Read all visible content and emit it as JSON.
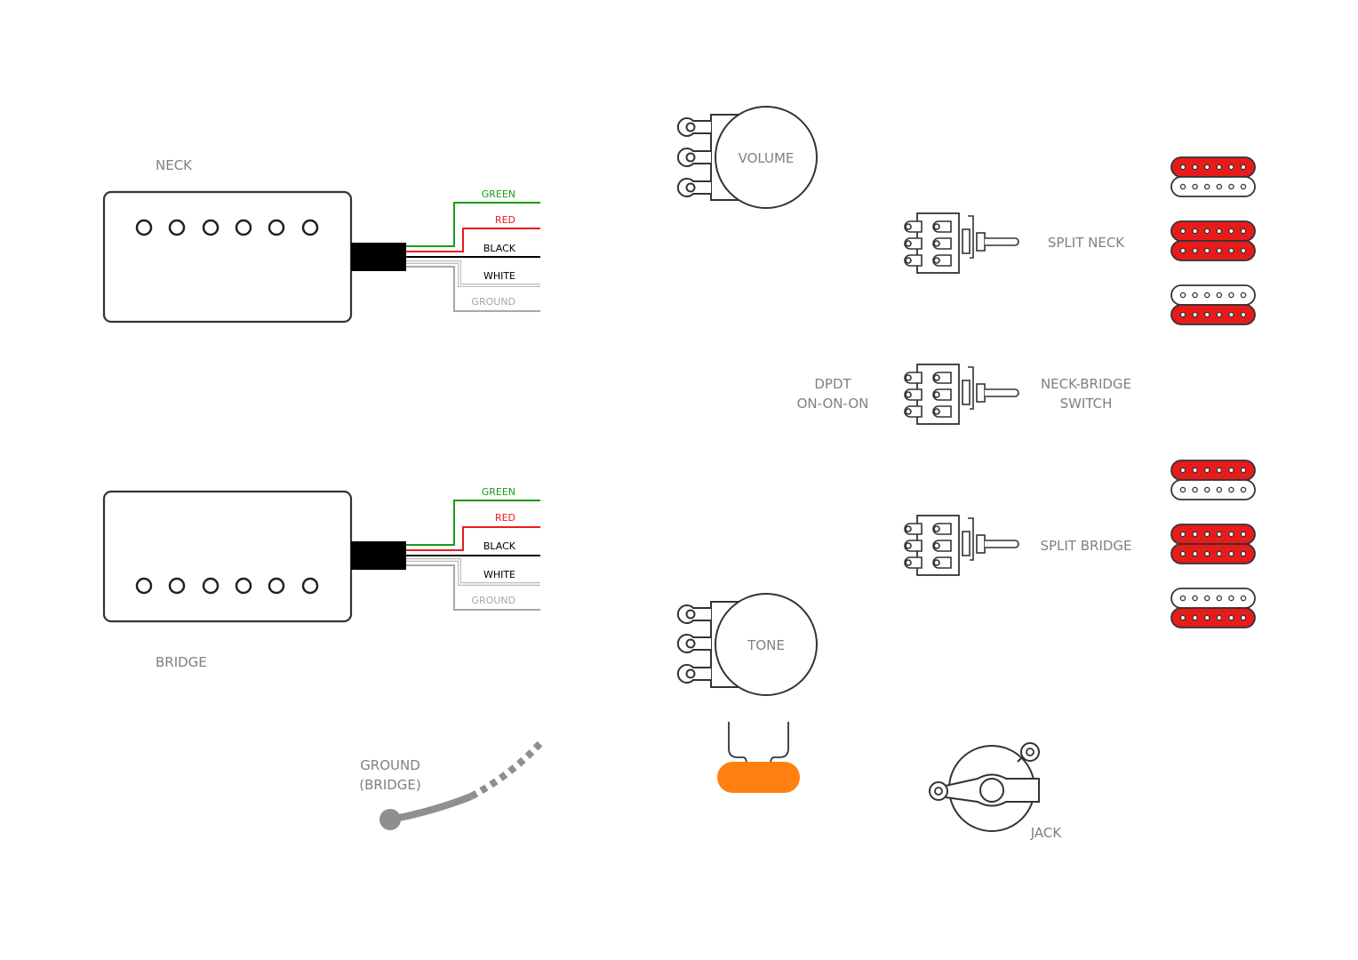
{
  "title": "Guitar wiring diagram components",
  "colors": {
    "background": "#ffffff",
    "outline": "#333333",
    "label": "#808080",
    "green_wire": "#1a9a1a",
    "red_wire": "#e81b1b",
    "black_wire": "#000000",
    "white_wire": "#bdbdbd",
    "ground_wire": "#a8a8a8",
    "coil_red": "#e81b1b",
    "capacitor": "#ff7f0f",
    "ground_strap": "#8f8f8f"
  },
  "pickups": [
    {
      "id": "neck",
      "label": "NECK",
      "pole_row": "top",
      "wires": [
        {
          "label": "GREEN",
          "color": "#1a9a1a"
        },
        {
          "label": "RED",
          "color": "#e81b1b"
        },
        {
          "label": "BLACK",
          "color": "#000000"
        },
        {
          "label": "WHITE",
          "color": "#bdbdbd"
        },
        {
          "label": "GROUND",
          "color": "#a8a8a8"
        }
      ]
    },
    {
      "id": "bridge",
      "label": "BRIDGE",
      "pole_row": "bottom",
      "wires": [
        {
          "label": "GREEN",
          "color": "#1a9a1a"
        },
        {
          "label": "RED",
          "color": "#e81b1b"
        },
        {
          "label": "BLACK",
          "color": "#000000"
        },
        {
          "label": "WHITE",
          "color": "#bdbdbd"
        },
        {
          "label": "GROUND",
          "color": "#a8a8a8"
        }
      ]
    }
  ],
  "pots": [
    {
      "id": "volume",
      "label": "VOLUME"
    },
    {
      "id": "tone",
      "label": "TONE"
    }
  ],
  "switches": [
    {
      "id": "split-neck",
      "label_right": [
        "SPLIT NECK"
      ],
      "label_left": []
    },
    {
      "id": "neck-bridge",
      "label_right": [
        "NECK-BRIDGE",
        "SWITCH"
      ],
      "label_left": [
        "DPDT",
        "ON-ON-ON"
      ]
    },
    {
      "id": "split-bridge",
      "label_right": [
        "SPLIT BRIDGE"
      ],
      "label_left": []
    }
  ],
  "coil_states": [
    {
      "group": "split-neck",
      "states": [
        [
          "red",
          "white"
        ],
        [
          "red",
          "red"
        ],
        [
          "white",
          "red"
        ]
      ]
    },
    {
      "group": "split-bridge",
      "states": [
        [
          "red",
          "white"
        ],
        [
          "red",
          "red"
        ],
        [
          "white",
          "red"
        ]
      ]
    }
  ],
  "ground": {
    "line1": "GROUND",
    "line2": "(BRIDGE)"
  },
  "jack": {
    "label": "JACK"
  },
  "capacitor": {
    "label": ""
  }
}
